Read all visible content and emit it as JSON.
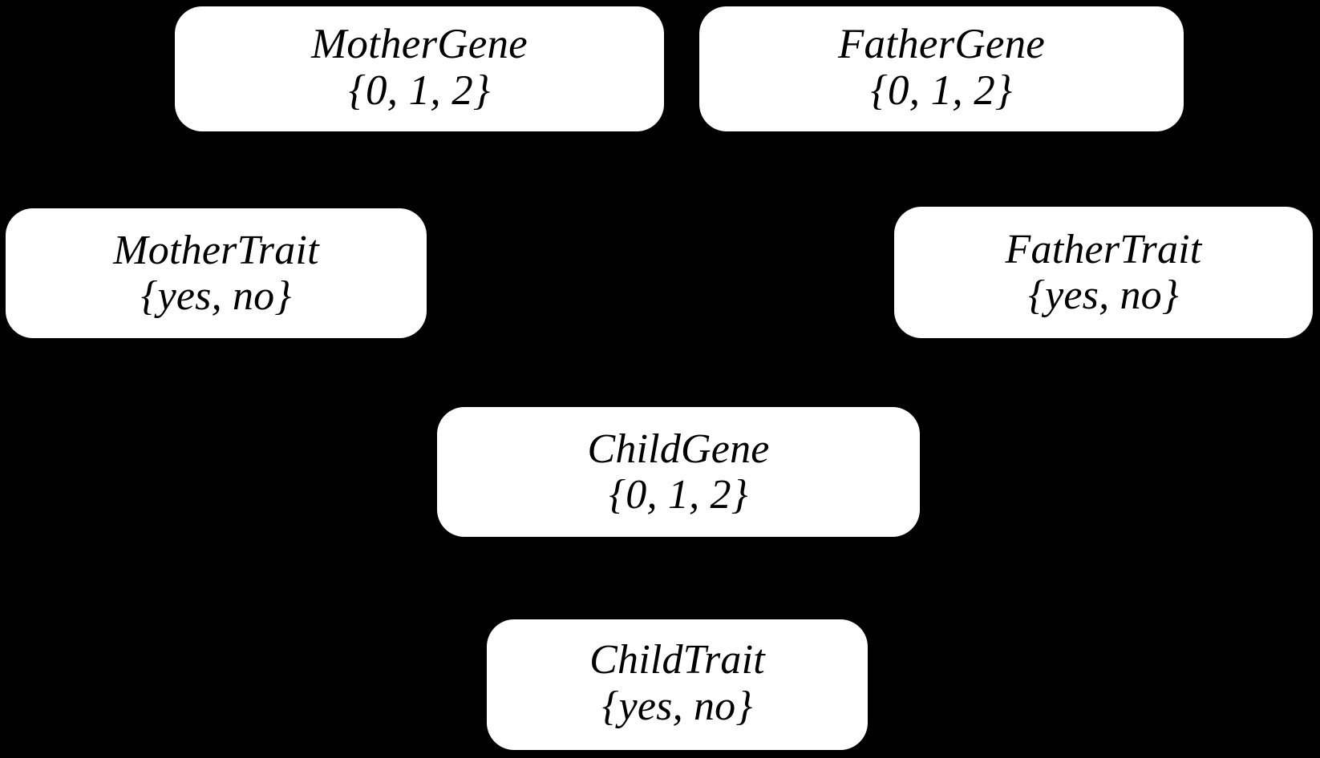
{
  "diagram": {
    "type": "bayesian-network",
    "title": "Genetic inheritance Bayesian network",
    "background_color": "#000000",
    "node_fill_color": "#ffffff",
    "node_text_color": "#000000",
    "nodes": [
      {
        "id": "mother-gene",
        "name": "MotherGene",
        "domain": "{0, 1, 2}"
      },
      {
        "id": "father-gene",
        "name": "FatherGene",
        "domain": "{0, 1, 2}"
      },
      {
        "id": "mother-trait",
        "name": "MotherTrait",
        "domain": "{yes, no}"
      },
      {
        "id": "father-trait",
        "name": "FatherTrait",
        "domain": "{yes, no}"
      },
      {
        "id": "child-gene",
        "name": "ChildGene",
        "domain": "{0, 1, 2}"
      },
      {
        "id": "child-trait",
        "name": "ChildTrait",
        "domain": "{yes, no}"
      }
    ]
  }
}
